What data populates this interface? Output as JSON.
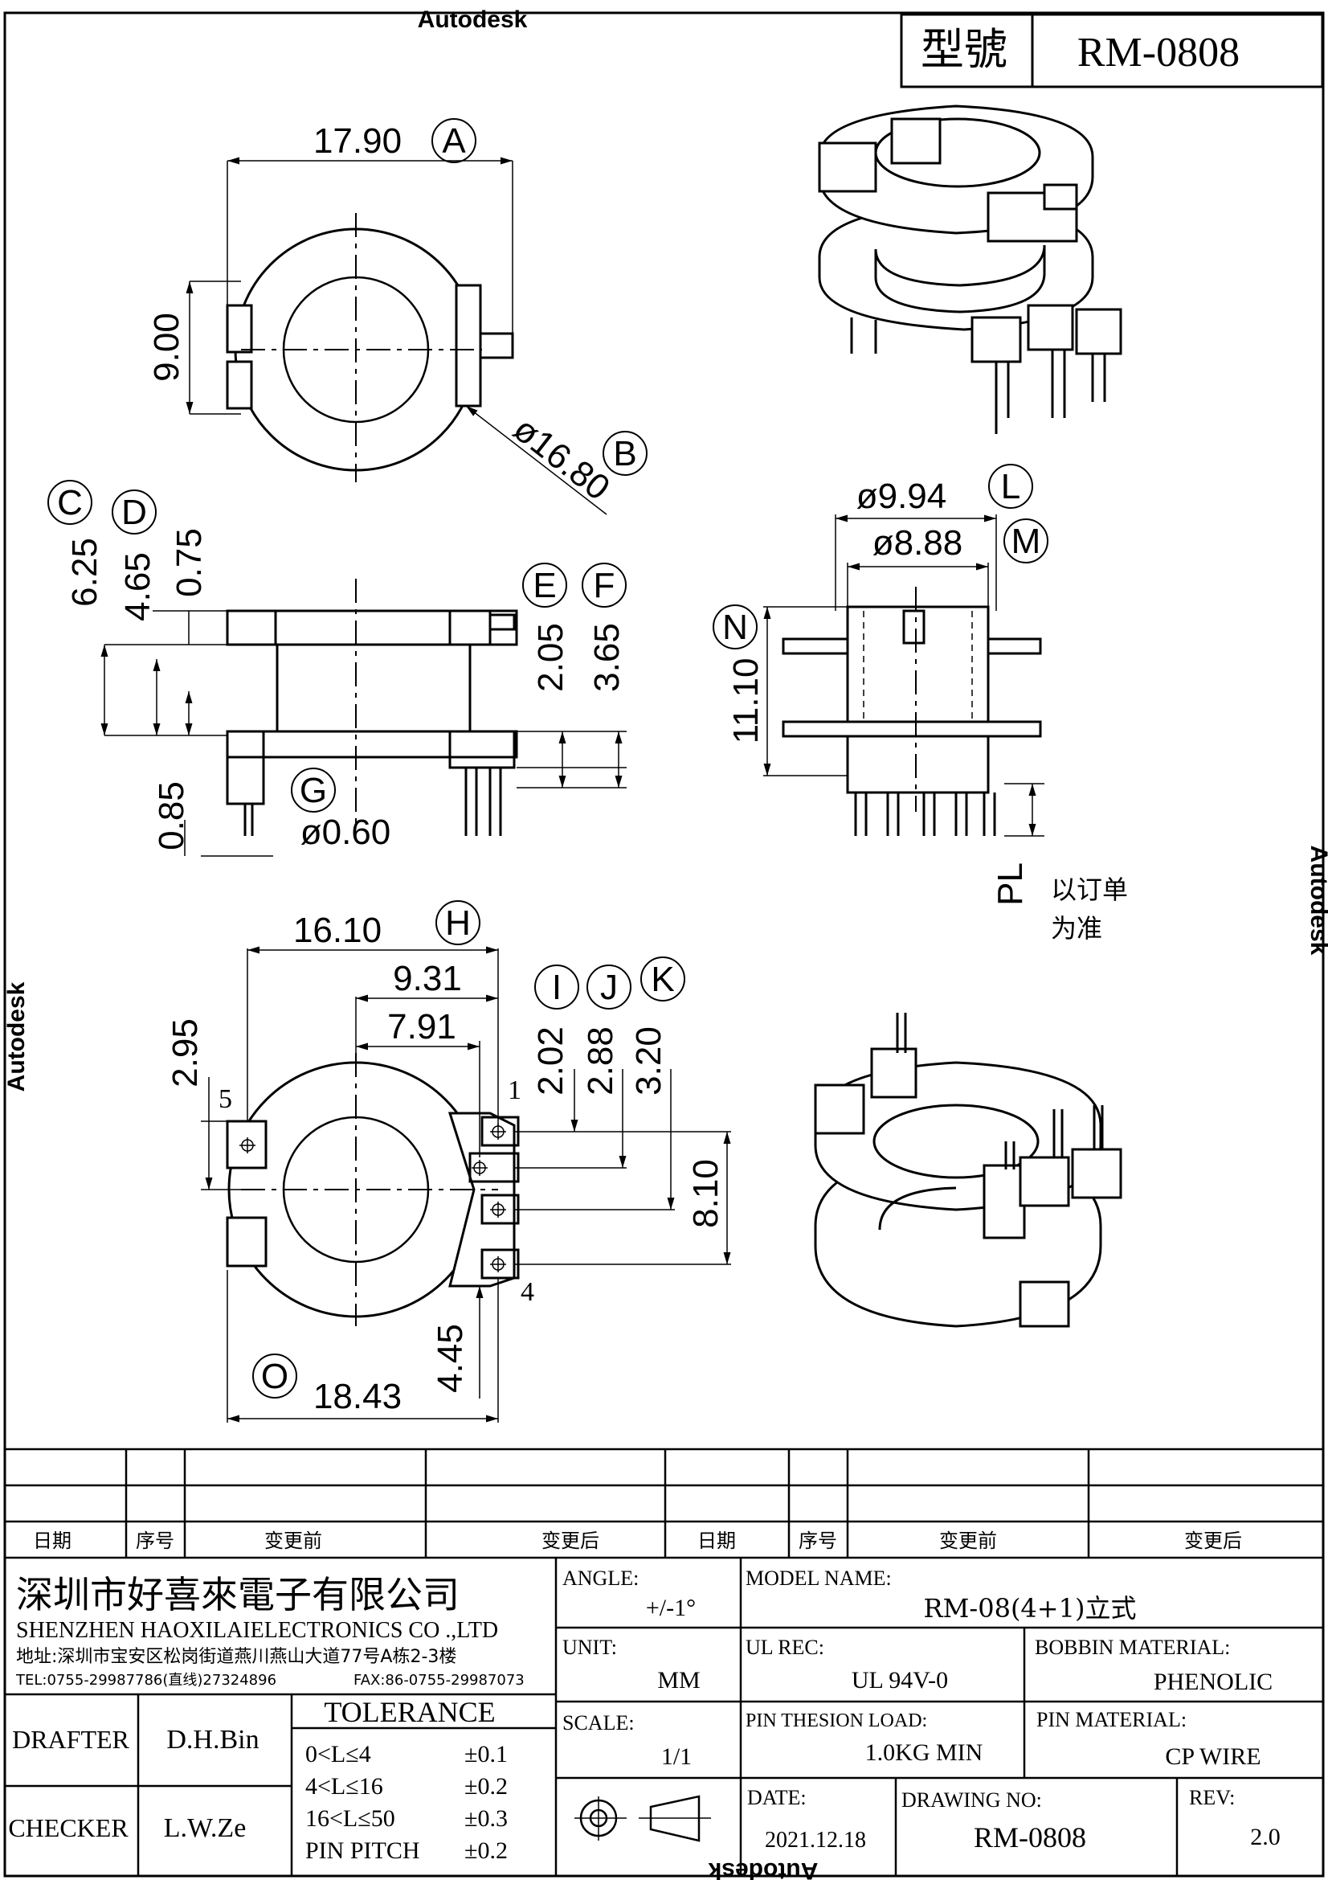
{
  "title_block_top": {
    "label": "型號",
    "model": "RM-0808"
  },
  "watermark": {
    "text": "Autodesk",
    "boxes": "□ □ □ □ □ □ □"
  },
  "top_view": {
    "dim_a": "17.90",
    "tag_a": "A",
    "dim_9": "9.00",
    "dim_b": "ø16.80",
    "tag_b": "B"
  },
  "side_view": {
    "dim_c": "6.25",
    "tag_c": "C",
    "dim_d": "4.65",
    "tag_d": "D",
    "dim_075": "0.75",
    "dim_e": "2.05",
    "tag_e": "E",
    "dim_f": "3.65",
    "tag_f": "F",
    "dim_085": "0.85",
    "dim_g": "ø0.60",
    "tag_g": "G"
  },
  "front_view": {
    "dim_l": "ø9.94",
    "tag_l": "L",
    "dim_m": "ø8.88",
    "tag_m": "M",
    "dim_n": "11.10",
    "tag_n": "N",
    "pl": "PL",
    "note1": "以订单",
    "note2": "为准"
  },
  "bottom_view": {
    "dim_h": "16.10",
    "tag_h": "H",
    "dim_931": "9.31",
    "dim_791": "7.91",
    "dim_i": "2.02",
    "tag_i": "I",
    "dim_j": "2.88",
    "tag_j": "J",
    "dim_k": "3.20",
    "tag_k": "K",
    "dim_295": "2.95",
    "dim_810": "8.10",
    "dim_445": "4.45",
    "dim_o": "18.43",
    "tag_o": "O",
    "pin5": "5",
    "pin1": "1",
    "pin4": "4"
  },
  "revision_table": {
    "h1": "日期",
    "h2": "序号",
    "h3": "变更前",
    "h4": "变更后",
    "h5": "日期",
    "h6": "序号",
    "h7": "变更前",
    "h8": "变更后"
  },
  "company": {
    "name_cn": "深圳市好喜來電子有限公司",
    "name_en": "SHENZHEN HAOXILAIELECTRONICS CO .,LTD",
    "address": "地址:深圳市宝安区松岗街道燕川燕山大道77号A栋2-3楼",
    "tel": "TEL:0755-29987786(直线)27324896",
    "fax": "FAX:86-0755-29987073"
  },
  "fields": {
    "angle_label": "ANGLE:",
    "angle": "+/-1°",
    "model_label": "MODEL NAME:",
    "model": "RM-08(4+1)立式",
    "unit_label": "UNIT:",
    "unit": "MM",
    "ul_label": "UL REC:",
    "ul": "UL 94V-0",
    "bobbin_label": "BOBBIN MATERIAL:",
    "bobbin": "PHENOLIC",
    "scale_label": "SCALE:",
    "scale": "1/1",
    "pin_load_label": "PIN THESION LOAD:",
    "pin_load": "1.0KG MIN",
    "pin_mat_label": "PIN MATERIAL:",
    "pin_mat": "CP  WIRE",
    "date_label": "DATE:",
    "date": "2021.12.18",
    "drawing_label": "DRAWING NO:",
    "drawing": "RM-0808",
    "rev_label": "REV:",
    "rev": "2.0"
  },
  "people": {
    "drafter_label": "DRAFTER",
    "drafter": "D.H.Bin",
    "checker_label": "CHECKER",
    "checker": "L.W.Ze"
  },
  "tolerance": {
    "title": "TOLERANCE",
    "rows": [
      {
        "range": "0<L≤4",
        "tol": "±0.1"
      },
      {
        "range": "4<L≤16",
        "tol": "±0.2"
      },
      {
        "range": "16<L≤50",
        "tol": "±0.3"
      },
      {
        "range": "PIN PITCH",
        "tol": "±0.2"
      }
    ]
  }
}
